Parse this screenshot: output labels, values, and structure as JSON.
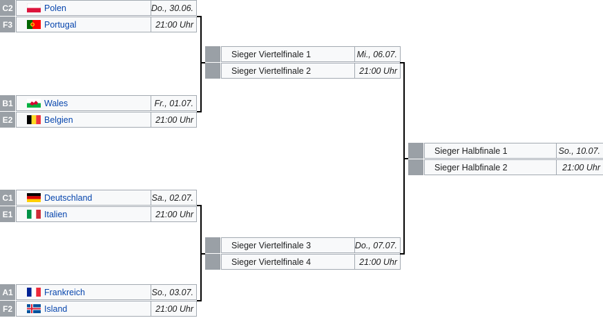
{
  "round_of_16": [
    {
      "teams": [
        {
          "seed": "C2",
          "name": "Polen",
          "flag": "poland-flag"
        },
        {
          "seed": "F3",
          "name": "Portugal",
          "flag": "portugal-flag"
        }
      ],
      "date": "Do., 30.06.",
      "time": "21:00 Uhr"
    },
    {
      "teams": [
        {
          "seed": "B1",
          "name": "Wales",
          "flag": "wales-flag"
        },
        {
          "seed": "E2",
          "name": "Belgien",
          "flag": "belgium-flag"
        }
      ],
      "date": "Fr., 01.07.",
      "time": "21:00 Uhr"
    },
    {
      "teams": [
        {
          "seed": "C1",
          "name": "Deutschland",
          "flag": "germany-flag"
        },
        {
          "seed": "E1",
          "name": "Italien",
          "flag": "italy-flag"
        }
      ],
      "date": "Sa., 02.07.",
      "time": "21:00 Uhr"
    },
    {
      "teams": [
        {
          "seed": "A1",
          "name": "Frankreich",
          "flag": "france-flag"
        },
        {
          "seed": "F2",
          "name": "Island",
          "flag": "iceland-flag"
        }
      ],
      "date": "So., 03.07.",
      "time": "21:00 Uhr"
    }
  ],
  "quarterfinals": [
    {
      "teams": [
        "Sieger Viertelfinale 1",
        "Sieger Viertelfinale 2"
      ],
      "date": "Mi., 06.07.",
      "time": "21:00 Uhr"
    },
    {
      "teams": [
        "Sieger Viertelfinale 3",
        "Sieger Viertelfinale 4"
      ],
      "date": "Do., 07.07.",
      "time": "21:00 Uhr"
    }
  ],
  "semifinal": {
    "teams": [
      "Sieger Halbfinale 1",
      "Sieger Halbfinale 2"
    ],
    "date": "So., 10.07.",
    "time": "21:00 Uhr"
  },
  "colors": {
    "seed_background": "#9aa0a6",
    "cell_background": "#f8f9fa",
    "cell_border": "#a2a9b1",
    "link": "#0645ad",
    "connector": "#000000"
  }
}
